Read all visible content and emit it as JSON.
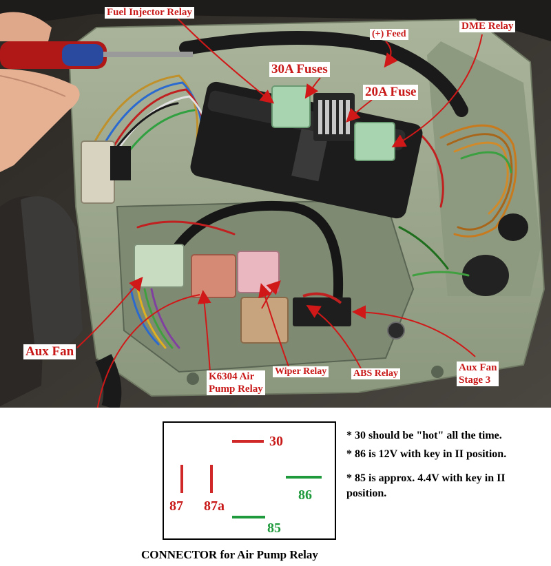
{
  "photo": {
    "labels": {
      "fuel_injector_relay": "Fuel Injector Relay",
      "feed": "(+) Feed",
      "dme_relay": "DME Relay",
      "fuses_30a": "30A Fuses",
      "fuse_20a": "20A Fuse",
      "aux_fan": "Aux Fan",
      "k6304_line1": "K6304 Air",
      "k6304_line2": "Pump Relay",
      "wiper_relay": "Wiper Relay",
      "abs_relay": "ABS Relay",
      "aux_fan_stage3_line1": "Aux Fan",
      "aux_fan_stage3_line2": "Stage 3"
    },
    "arrow_color": "#d01818"
  },
  "connector": {
    "pins": {
      "p30": "30",
      "p87": "87",
      "p87a": "87a",
      "p86": "86",
      "p85": "85"
    },
    "colors": {
      "hot": "#d02828",
      "ground": "#1e9a3c"
    },
    "caption": "CONNECTOR for Air Pump Relay"
  },
  "notes": [
    "* 30 should be \"hot\" all the time.",
    "* 86 is 12V with key in II position.",
    "* 85 is approx. 4.4V with key in II position."
  ]
}
